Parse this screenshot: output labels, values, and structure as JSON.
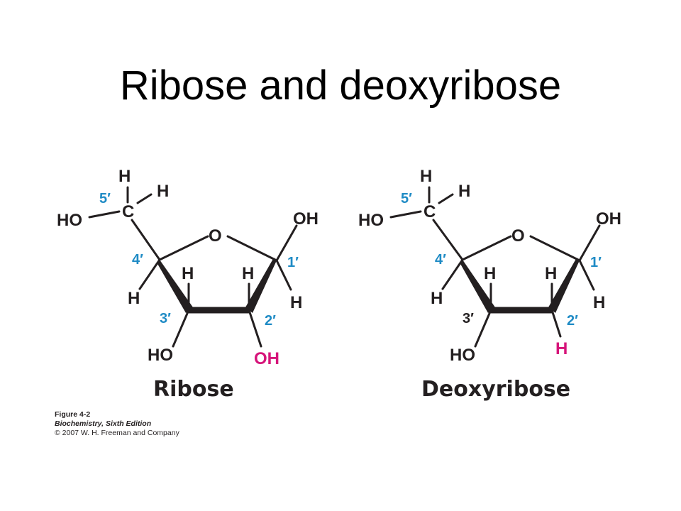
{
  "title": "Ribose and deoxyribose",
  "colors": {
    "locant": "#1f8bc5",
    "highlight": "#d6147a",
    "ink": "#231f20"
  },
  "ribose": {
    "name": "Ribose",
    "h5a": "H",
    "h5b": "H",
    "c5": "C",
    "l5": "5′",
    "ho5": "HO",
    "o": "O",
    "oh1": "OH",
    "l1": "1′",
    "h1": "H",
    "l4": "4′",
    "h4": "H",
    "h3": "H",
    "h2": "H",
    "l3": "3′",
    "l2": "2′",
    "ho3": "HO",
    "oh2": "OH"
  },
  "deoxyribose": {
    "name": "Deoxyribose",
    "h5a": "H",
    "h5b": "H",
    "c5": "C",
    "l5": "5′",
    "ho5": "HO",
    "o": "O",
    "oh1": "OH",
    "l1": "1′",
    "h1": "H",
    "l4": "4′",
    "h4": "H",
    "h3": "H",
    "h2": "H",
    "l3": "3′",
    "l2": "2′",
    "ho3": "HO",
    "h2b": "H"
  },
  "caption": {
    "figure": "Figure 4-2",
    "book": "Biochemistry, Sixth Edition",
    "copyright": "© 2007 W. H. Freeman and Company"
  }
}
